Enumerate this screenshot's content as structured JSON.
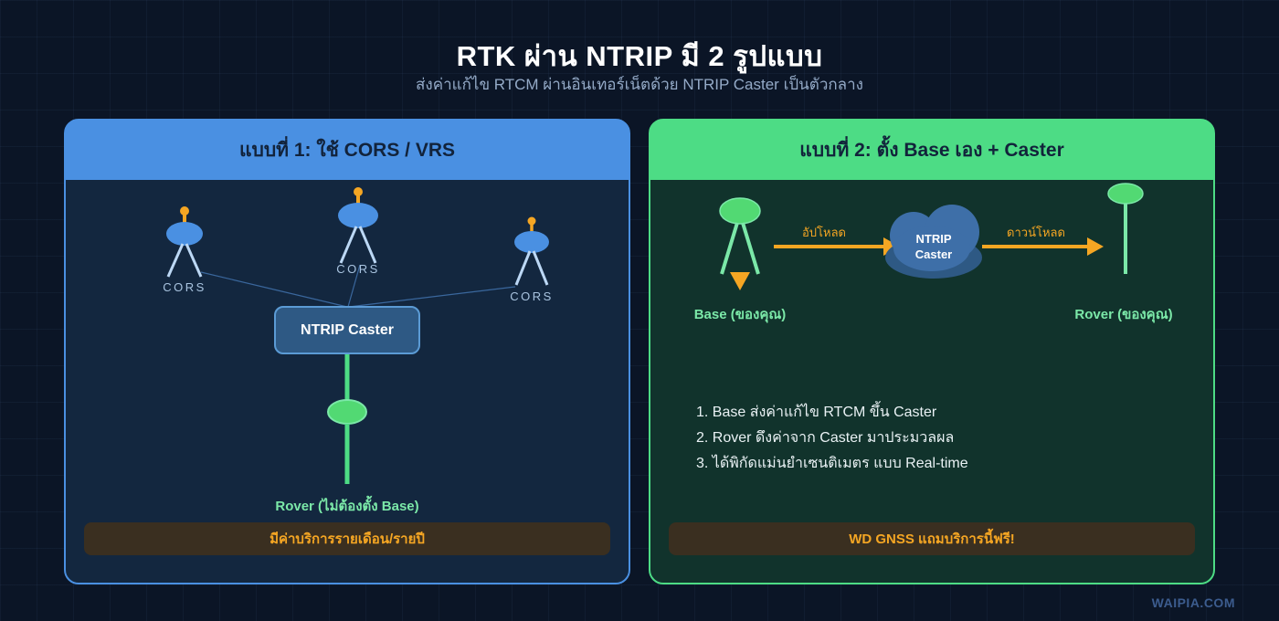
{
  "page": {
    "title": "RTK ผ่าน NTRIP มี 2 รูปแบบ",
    "subtitle": "ส่งค่าแก้ไข RTCM ผ่านอินเทอร์เน็ตด้วย NTRIP Caster เป็นตัวกลาง",
    "footer": "WAIPIA.COM"
  },
  "colors": {
    "background": "#0b1526",
    "panel1_bg": "#13273f",
    "panel1_accent": "#4a90e2",
    "panel2_bg": "#11332c",
    "panel2_accent": "#4ddc85",
    "orange_accent": "#f5a623",
    "badge_bg": "#3a2f20",
    "caster_box_bg": "#2e5984",
    "caster_box_border": "#5b9bd5",
    "cloud_top": "#3e6fa8",
    "cloud_bottom": "#2e5984",
    "green_device": "#52d973",
    "green_light": "#7be8a8",
    "cors_label_color": "#a9c4e0",
    "steps_text_color": "#e9f1f4",
    "footer_color": "#3c5c8e"
  },
  "left_panel": {
    "header": "แบบที่ 1: ใช้ CORS / VRS",
    "cors_stations": [
      {
        "label": "CORS"
      },
      {
        "label": "CORS"
      },
      {
        "label": "CORS"
      }
    ],
    "caster_box_label": "NTRIP Caster",
    "rover_label": "Rover (ไม่ต้องตั้ง Base)",
    "badge": "มีค่าบริการรายเดือน/รายปี"
  },
  "right_panel": {
    "header": "แบบที่ 2: ตั้ง Base เอง + Caster",
    "base_label": "Base (ของคุณ)",
    "upload_label": "อัปโหลด",
    "cloud_label_line1": "NTRIP",
    "cloud_label_line2": "Caster",
    "download_label": "ดาวน์โหลด",
    "rover_label": "Rover (ของคุณ)",
    "steps": [
      "1. Base ส่งค่าแก้ไข RTCM ขึ้น Caster",
      "2. Rover ดึงค่าจาก Caster มาประมวลผล",
      "3. ได้พิกัดแม่นยำเซนติเมตร แบบ Real-time"
    ],
    "badge": "WD GNSS แถมบริการนี้ฟรี!"
  }
}
